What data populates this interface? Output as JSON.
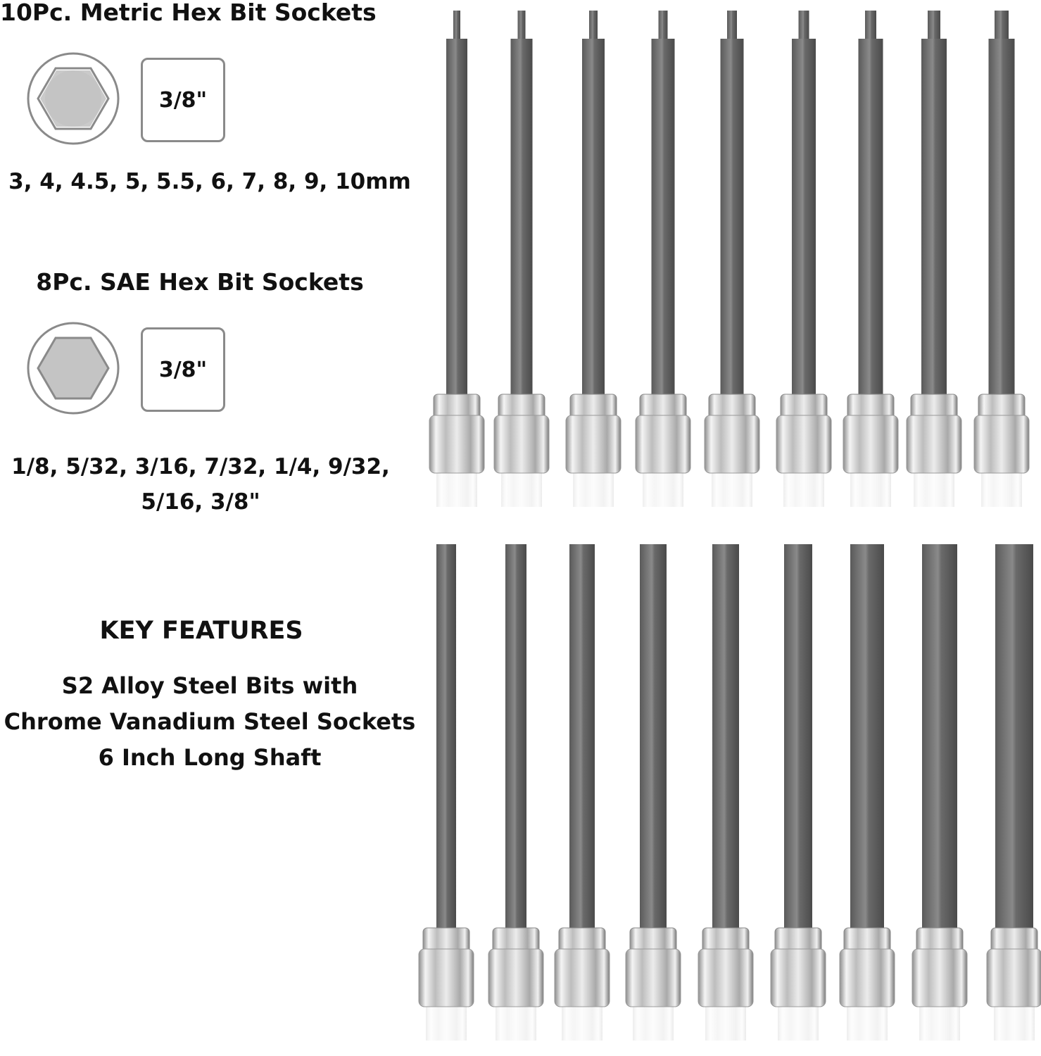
{
  "metric": {
    "title": "10Pc. Metric Hex Bit Sockets",
    "drive": "3/8\"",
    "sizes": "3, 4, 4.5, 5, 5.5, 6, 7, 8, 9, 10mm"
  },
  "sae": {
    "title": "8Pc. SAE Hex Bit Sockets",
    "drive": "3/8\"",
    "sizes_line1": "1/8, 5/32, 3/16, 7/32, 1/4, 9/32,",
    "sizes_line2": "5/16, 3/8\""
  },
  "features": {
    "heading": "KEY FEATURES",
    "lines": [
      "S2 Alloy Steel Bits with",
      "Chrome Vanadium Steel Sockets",
      "6 Inch Long Shaft"
    ]
  },
  "icons": [
    "hex-socket-icon",
    "square-drive-icon"
  ],
  "colors": {
    "text": "#111111",
    "icon_stroke": "#8a8a8a",
    "icon_fill": "#c4c4c4",
    "steel": "#6e6e6e"
  }
}
